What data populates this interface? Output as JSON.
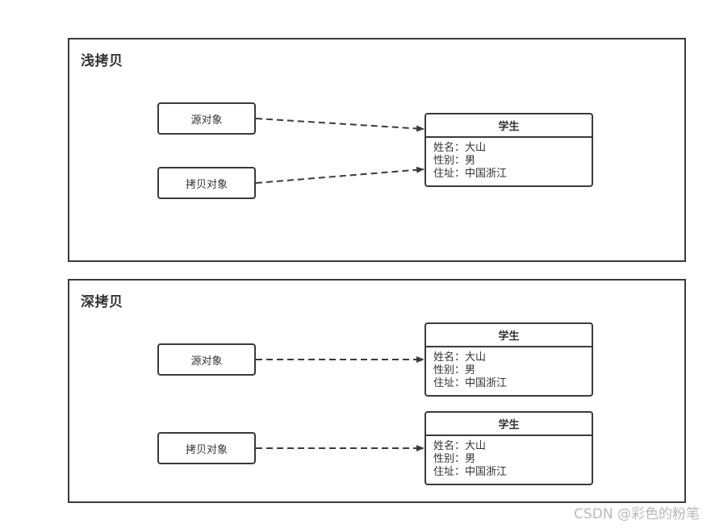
{
  "colors": {
    "stroke": "#3a3a3a",
    "text": "#333333",
    "watermark": "#b8b8b8"
  },
  "shallow": {
    "title": "浅拷贝",
    "source_label": "源对象",
    "copy_label": "拷贝对象",
    "student": {
      "title": "学生",
      "fields": [
        "姓名：大山",
        "性别：男",
        "住址：中国浙江"
      ]
    }
  },
  "deep": {
    "title": "深拷贝",
    "source_label": "源对象",
    "copy_label": "拷贝对象",
    "student_a": {
      "title": "学生",
      "fields": [
        "姓名：大山",
        "性别：男",
        "住址：中国浙江"
      ]
    },
    "student_b": {
      "title": "学生",
      "fields": [
        "姓名：大山",
        "性别：男",
        "住址：中国浙江"
      ]
    }
  },
  "watermark": "CSDN @彩色的粉笔"
}
